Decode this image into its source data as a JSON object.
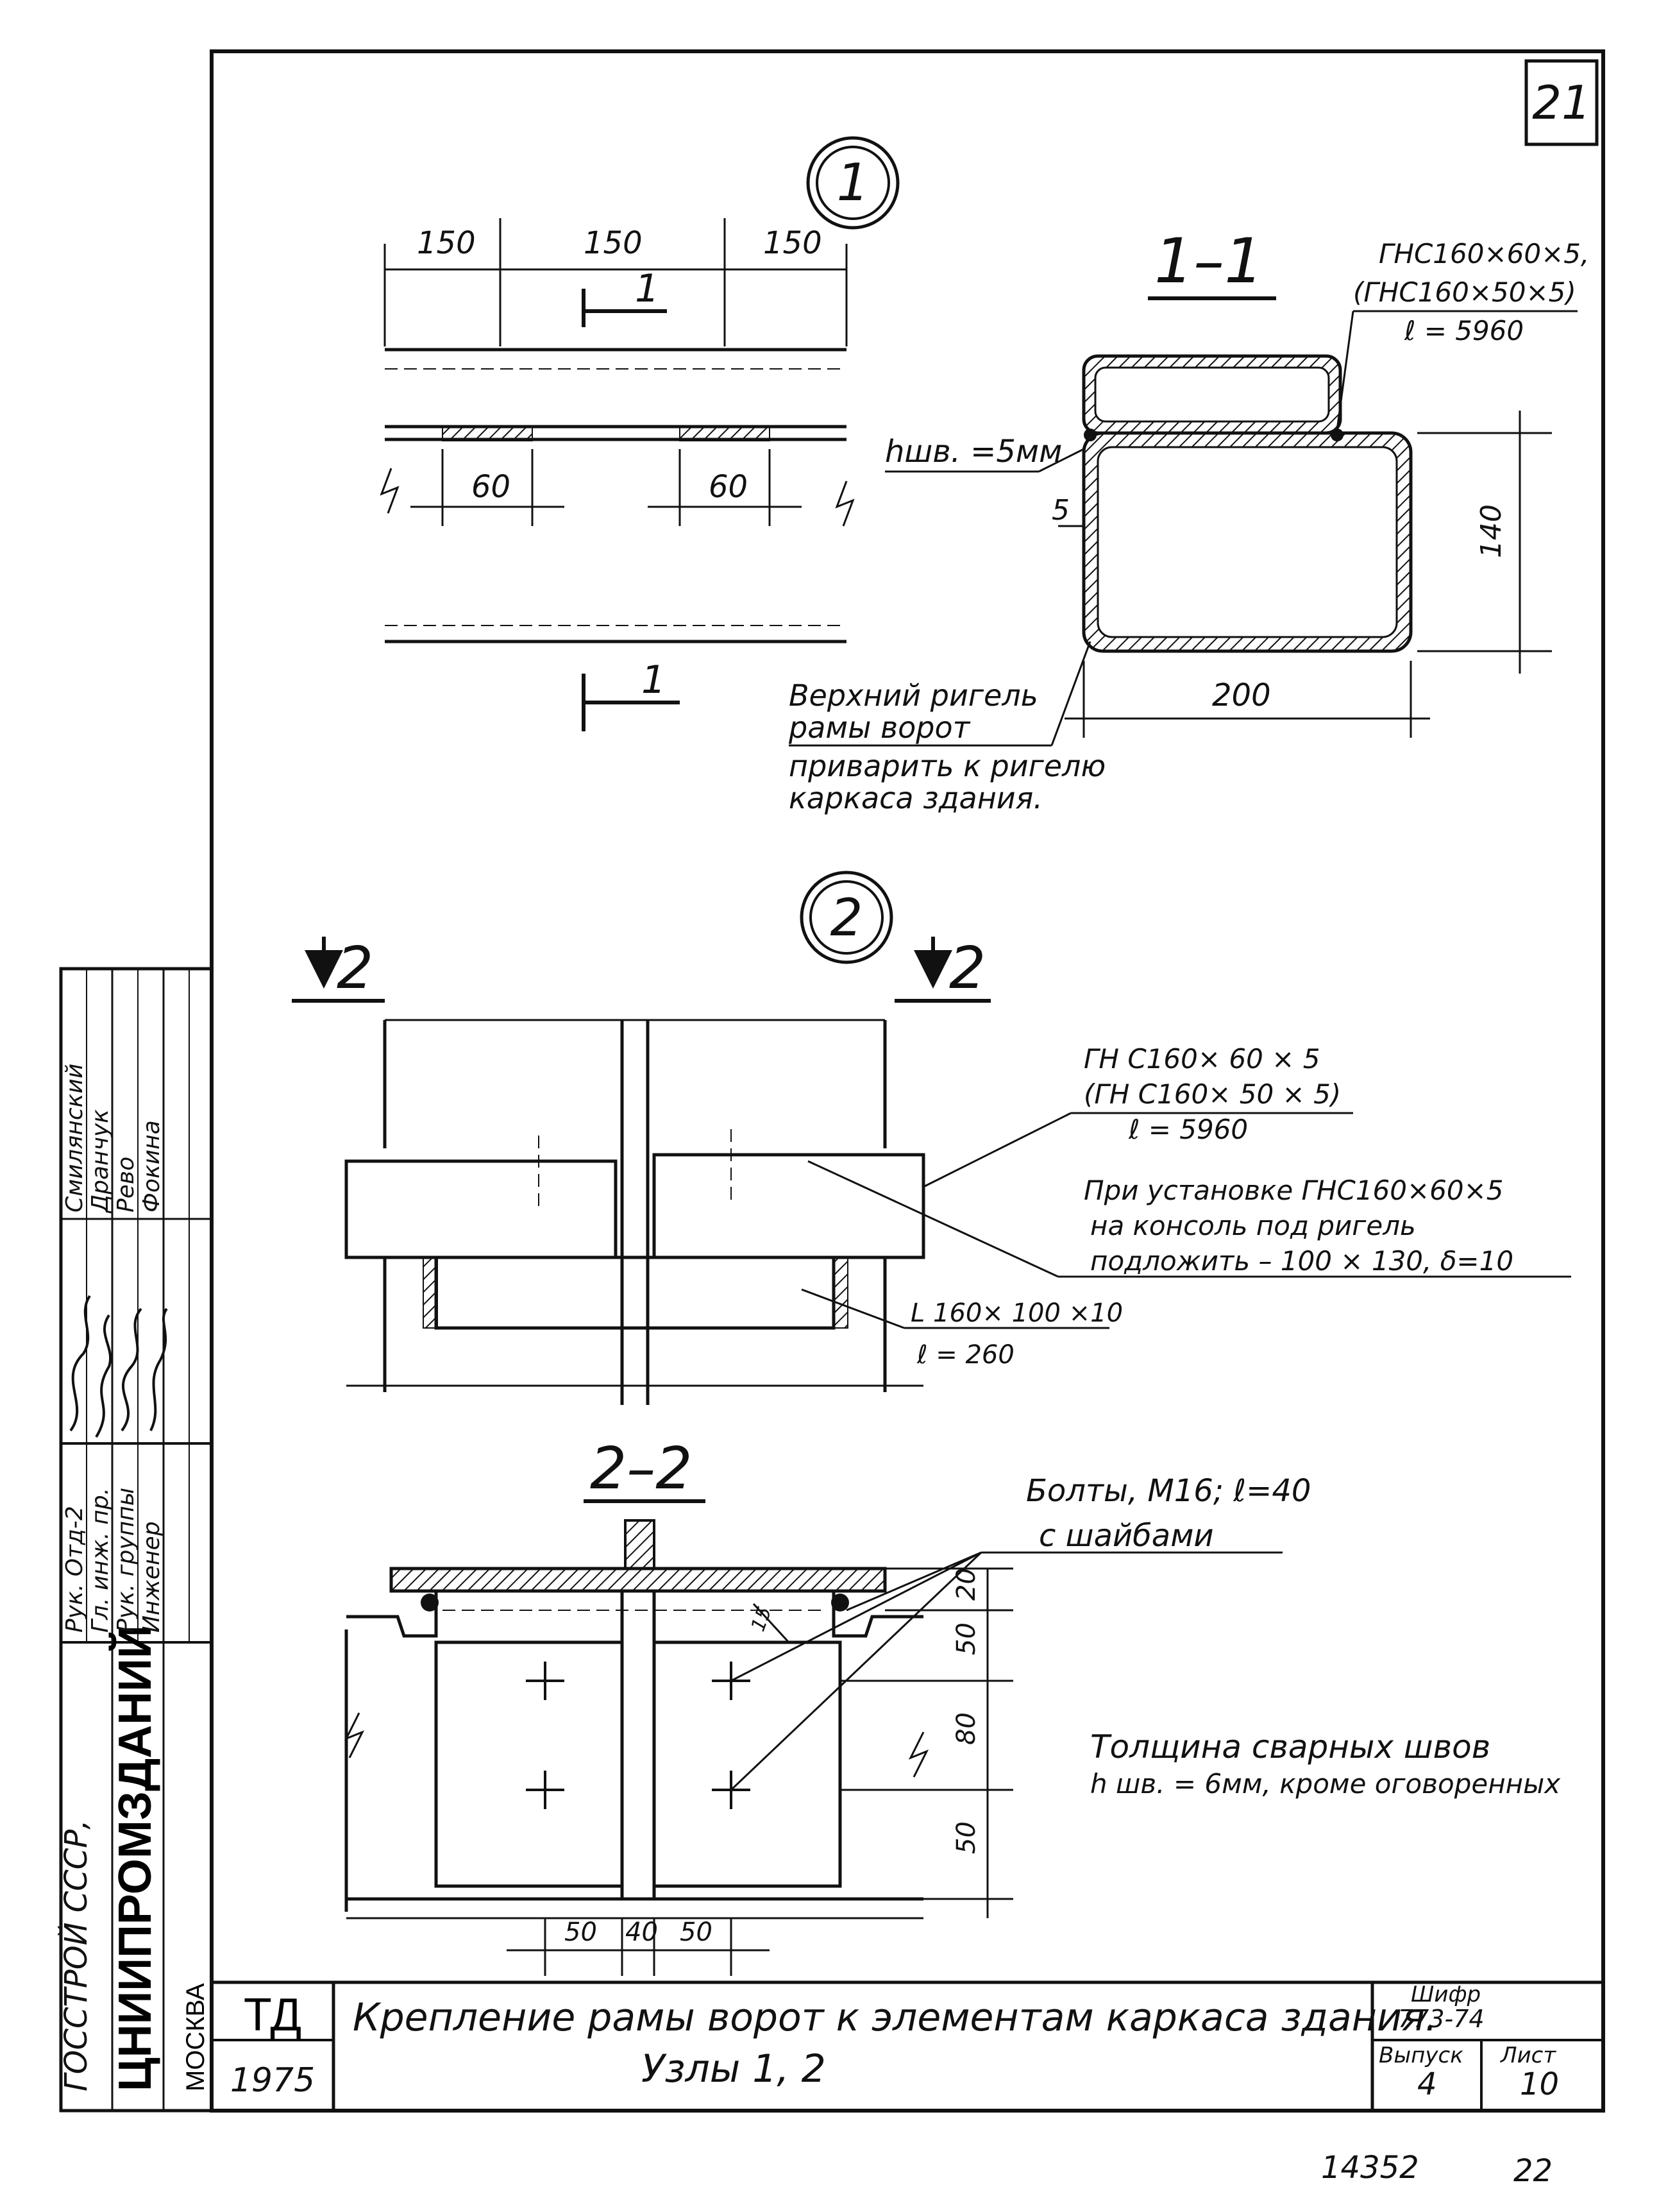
{
  "sheet_number": "21",
  "node1": {
    "marker": "1",
    "dims_top": [
      "150",
      "150",
      "150"
    ],
    "dims_weld": [
      "60",
      "60"
    ],
    "cut_label": "1",
    "section_title": "1–1",
    "profile_line1": "ГНС160×60×5,",
    "profile_line2": "(ГНС160×50×5)",
    "profile_line3": "ℓ = 5960",
    "weld_label": "hшв. =5мм",
    "dim_5": "5",
    "dim_140": "140",
    "dim_200": "200",
    "note_line1": "Верхний ригель",
    "note_line2": "рамы ворот",
    "note_line3": "приварить к ригелю",
    "note_line4": "каркаса здания."
  },
  "node2": {
    "marker": "2",
    "cut_label": "2",
    "profile_line1": "ГН С160× 60 × 5",
    "profile_line2": "(ГН С160× 50 × 5)",
    "profile_line3": "ℓ = 5960",
    "install_note1": "При установке ГНС160×60×5",
    "install_note2": "на консоль под ригель",
    "install_note3": "подложить – 100 × 130, δ=10",
    "angle_line1": "L 160× 100 ×10",
    "angle_line2": "ℓ = 260"
  },
  "section22": {
    "title": "2–2",
    "bolts_line1": "Болты, М16; ℓ=40",
    "bolts_line2": "с шайбами",
    "dims_vertical": [
      "20",
      "50",
      "80",
      "50"
    ],
    "dim_15": "15",
    "dims_bottom": [
      "50",
      "40",
      "50"
    ],
    "weld_note1": "Толщина сварных швов",
    "weld_note2": "h шв. = 6мм, кроме оговоренных"
  },
  "side_stamp": {
    "org1": "ГОССТРОЙ СССР,",
    "org2": "ЦНИИПРОМЗДАНИЙ",
    "org3": "МОСКВА",
    "role1": "Рук. Отд-2",
    "role2": "Гл. инж. пр.",
    "role3": "Рук. группы",
    "role4": "Инженер",
    "name1": "Смилянский",
    "name2": "Дранчук",
    "name3": "Рево",
    "name4": "Фокина"
  },
  "title_block": {
    "td": "ТД",
    "year": "1975",
    "title_line1": "Крепление рамы ворот к элементам каркаса здания.",
    "title_line2": "Узлы 1, 2",
    "cipher_label": "Шифр",
    "cipher_value": "773-74",
    "issue_label": "Выпуск",
    "issue_value": "4",
    "sheet_label": "Лист",
    "sheet_value": "10"
  },
  "footer": {
    "inventory": "14352",
    "page": "22"
  }
}
